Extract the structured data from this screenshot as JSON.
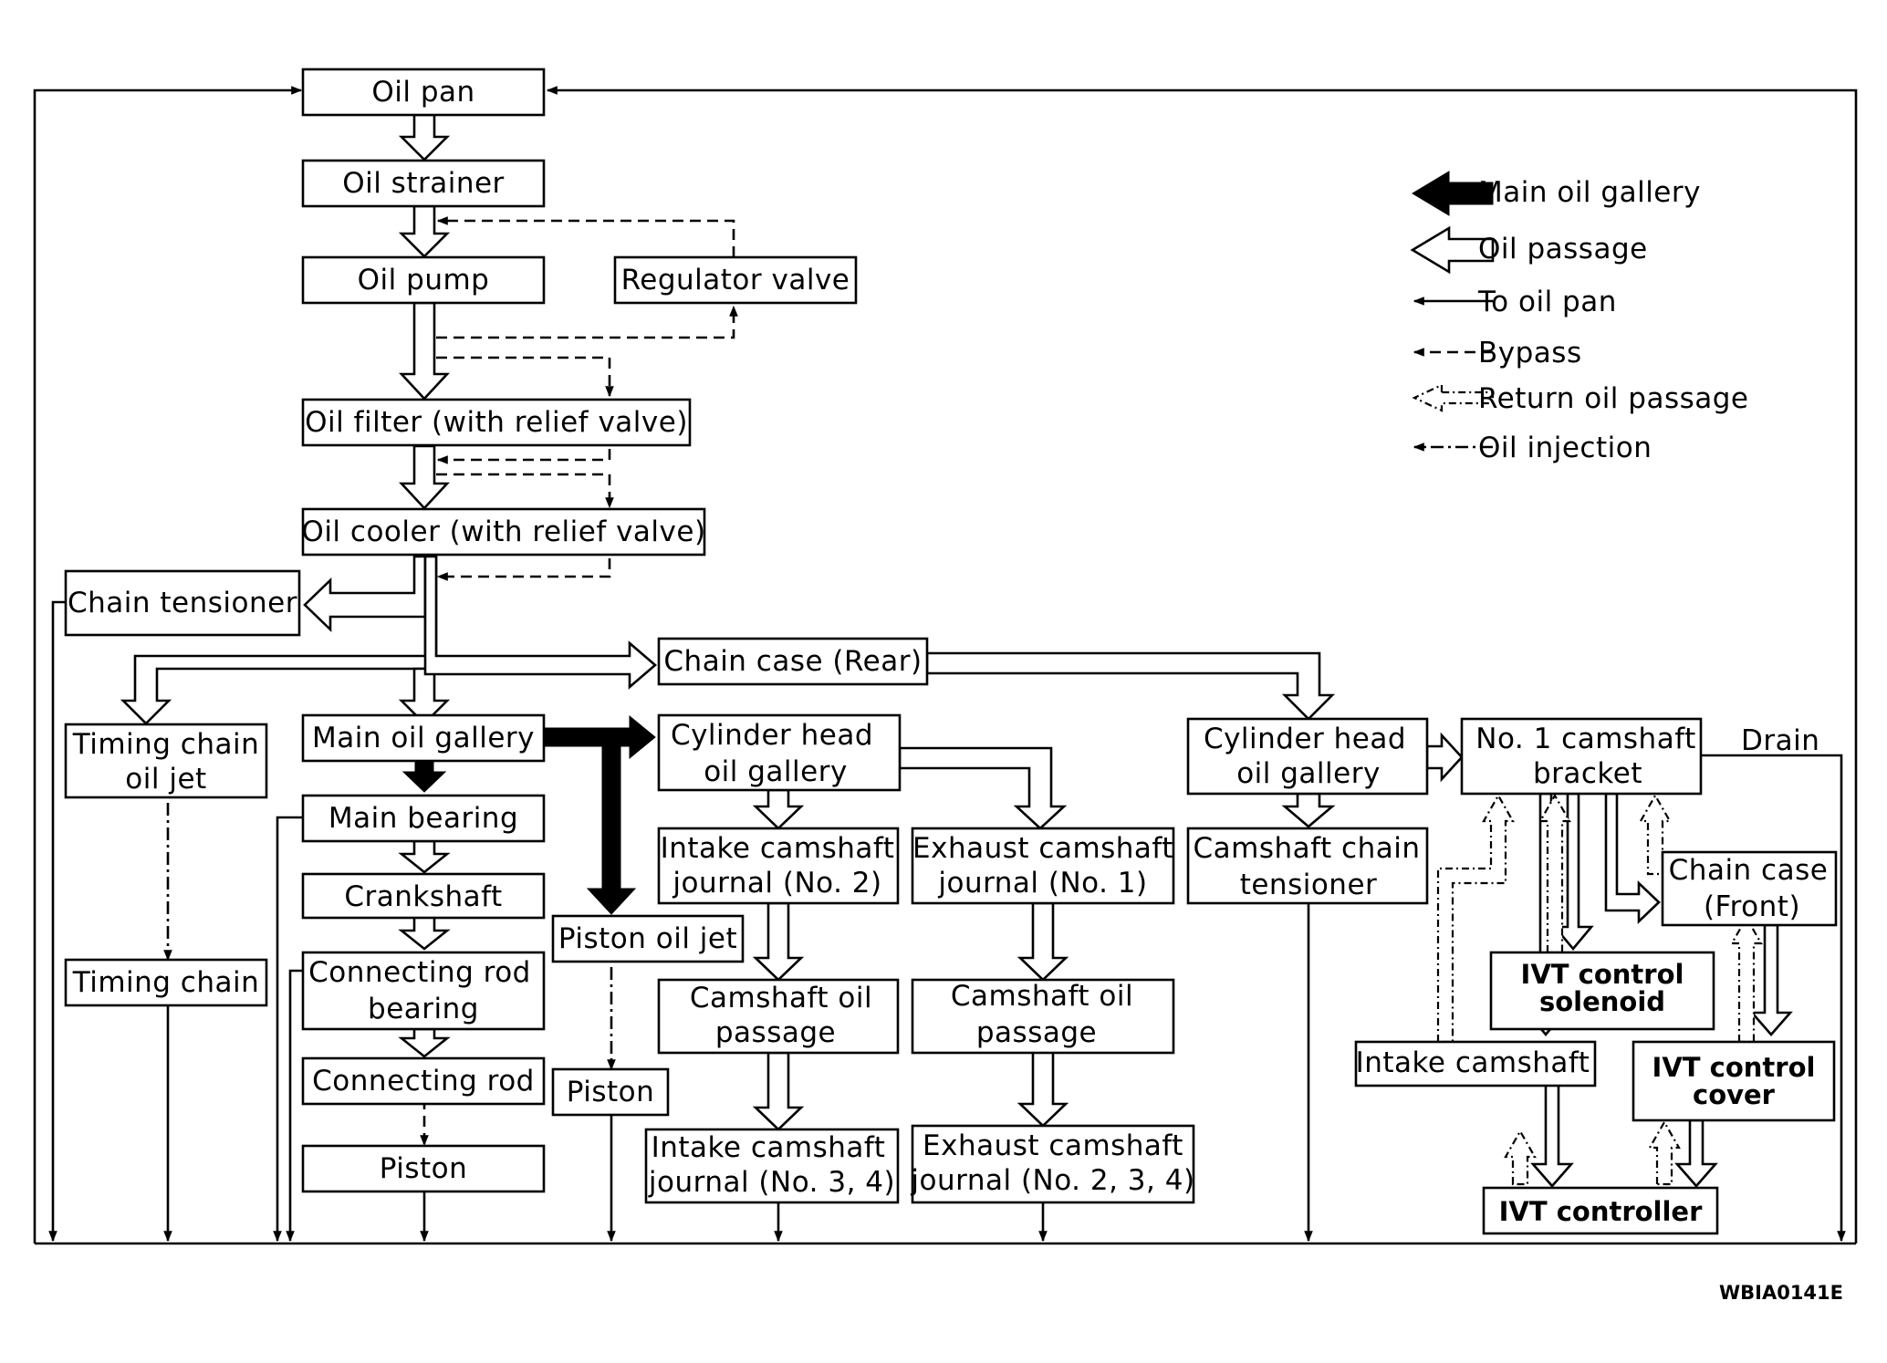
{
  "boxes": {
    "oil_pan": "Oil pan",
    "oil_strainer": "Oil strainer",
    "oil_pump": "Oil pump",
    "regulator_valve": "Regulator valve",
    "oil_filter": "Oil filter (with relief valve)",
    "oil_cooler": "Oil cooler (with relief valve)",
    "chain_tensioner": "Chain tensioner",
    "chain_case_rear": "Chain case (Rear)",
    "timing_chain_oil_jet": [
      "Timing chain",
      "oil jet"
    ],
    "main_oil_gallery": "Main oil gallery",
    "cylinder_head_oil_gallery_1": [
      "Cylinder head",
      "oil gallery"
    ],
    "cylinder_head_oil_gallery_2": [
      "Cylinder head",
      "oil gallery"
    ],
    "no1_camshaft_bracket": [
      "No. 1 camshaft",
      "bracket"
    ],
    "main_bearing": "Main bearing",
    "intake_camshaft_journal_no2": [
      "Intake camshaft",
      "journal (No. 2)"
    ],
    "exhaust_camshaft_journal_no1": [
      "Exhaust camshaft",
      "journal (No. 1)"
    ],
    "camshaft_chain_tensioner": [
      "Camshaft chain",
      "tensioner"
    ],
    "chain_case_front": [
      "Chain case",
      "(Front)"
    ],
    "crankshaft": "Crankshaft",
    "piston_oil_jet": "Piston oil jet",
    "timing_chain": "Timing chain",
    "connecting_rod_bearing": [
      "Connecting rod",
      "bearing"
    ],
    "camshaft_oil_passage_1": [
      "Camshaft oil",
      "passage"
    ],
    "camshaft_oil_passage_2": [
      "Camshaft oil",
      "passage"
    ],
    "ivt_control_solenoid": [
      "IVT control",
      "solenoid"
    ],
    "intake_camshaft": "Intake camshaft",
    "ivt_control_cover": [
      "IVT control",
      "cover"
    ],
    "connecting_rod": "Connecting rod",
    "piston_left": "Piston",
    "piston_right": "Piston",
    "intake_camshaft_journal_no34": [
      "Intake camshaft",
      "journal (No. 3, 4)"
    ],
    "exhaust_camshaft_journal_no234": [
      "Exhaust camshaft",
      "journal (No. 2, 3, 4)"
    ],
    "ivt_controller": "IVT controller"
  },
  "drain_label": "Drain",
  "legend": {
    "main_oil_gallery": "Main oil gallery",
    "oil_passage": "Oil passage",
    "to_oil_pan": "To oil pan",
    "bypass": "Bypass",
    "return_oil_passage": "Return oil passage",
    "oil_injection": "Oil injection"
  },
  "figure_code": "WBIA0141E"
}
